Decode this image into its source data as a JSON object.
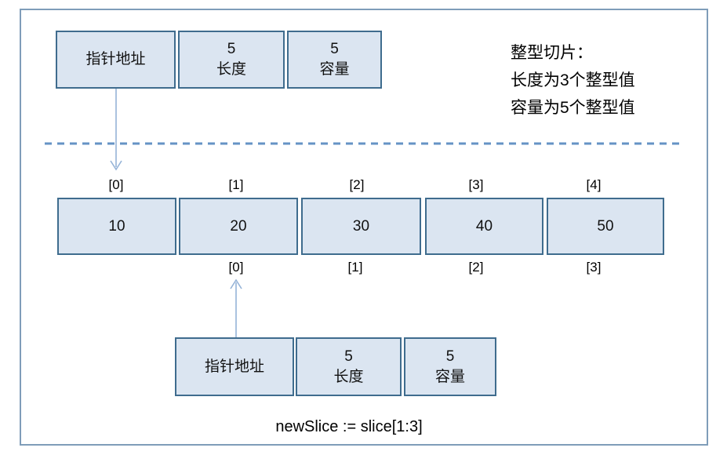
{
  "colors": {
    "cell_fill": "#dbe5f1",
    "cell_border": "#3f6c8e",
    "frame_border": "#7f9db9",
    "dashed_line": "#6593c5",
    "arrow": "#95b3d7"
  },
  "top_slice_header": {
    "pointer_label": "指针地址",
    "length_value": "5",
    "length_label": "长度",
    "capacity_value": "5",
    "capacity_label": "容量"
  },
  "annotation": {
    "line1": "整型切片：",
    "line2": "长度为3个整型值",
    "line3": "容量为5个整型值"
  },
  "array": {
    "top_indices": [
      "[0]",
      "[1]",
      "[2]",
      "[3]",
      "[4]"
    ],
    "values": [
      "10",
      "20",
      "30",
      "40",
      "50"
    ],
    "bottom_indices": [
      "[0]",
      "[1]",
      "[2]",
      "[3]"
    ]
  },
  "bottom_slice_header": {
    "pointer_label": "指针地址",
    "length_value": "5",
    "length_label": "长度",
    "capacity_value": "5",
    "capacity_label": "容量"
  },
  "code_caption": "newSlice := slice[1:3]"
}
